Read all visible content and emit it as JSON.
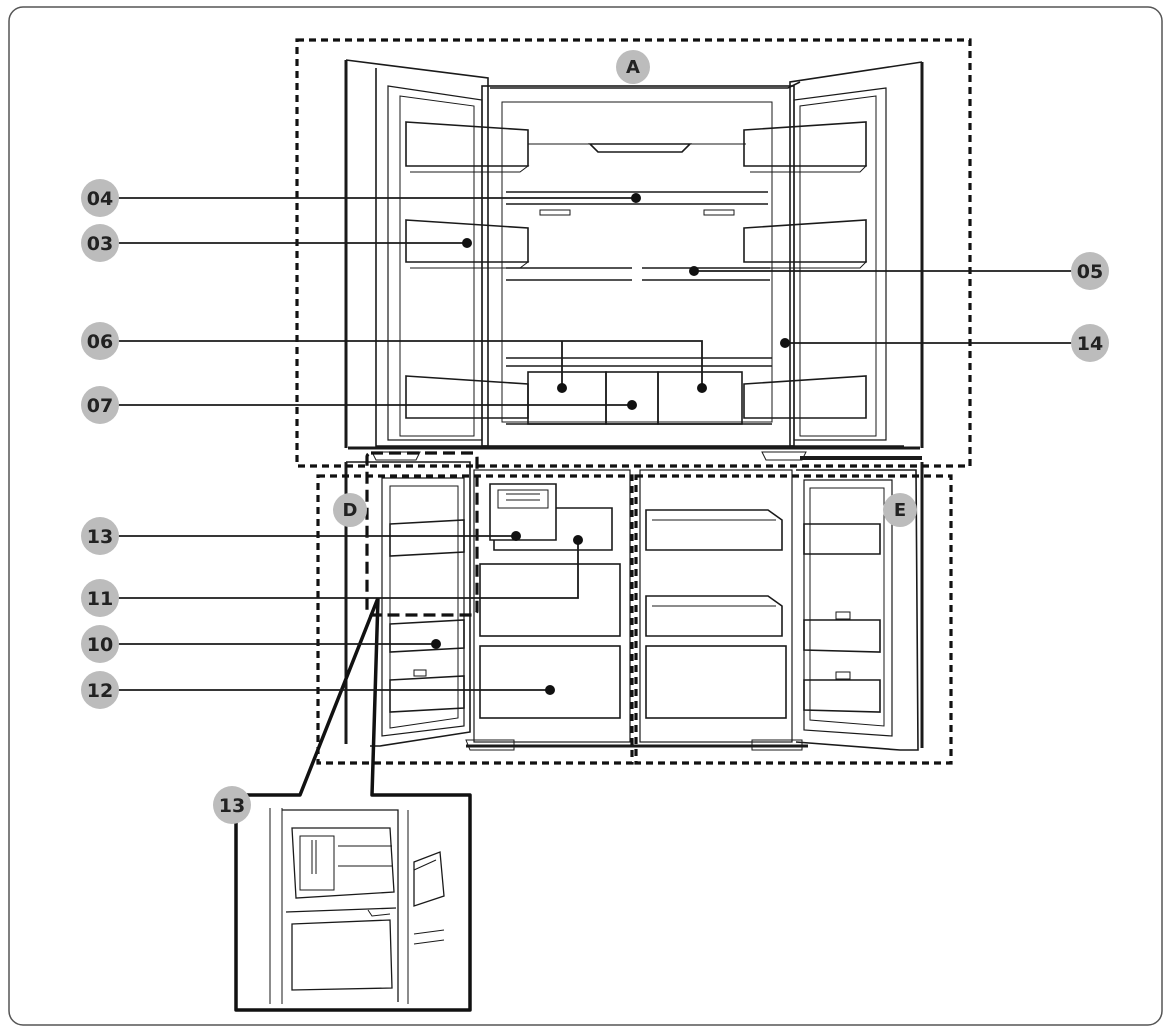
{
  "colors": {
    "badge_fill": "#bcbcbc",
    "badge_text": "#222222",
    "line": "#1a1a1a",
    "frame_border": "#555555",
    "background": "#ffffff"
  },
  "regions": {
    "A": "A",
    "D": "D",
    "E": "E"
  },
  "callouts": {
    "c04": "04",
    "c03": "03",
    "c05": "05",
    "c06": "06",
    "c14": "14",
    "c07": "07",
    "c13": "13",
    "c11": "11",
    "c10": "10",
    "c12": "12",
    "c13_detail": "13"
  }
}
